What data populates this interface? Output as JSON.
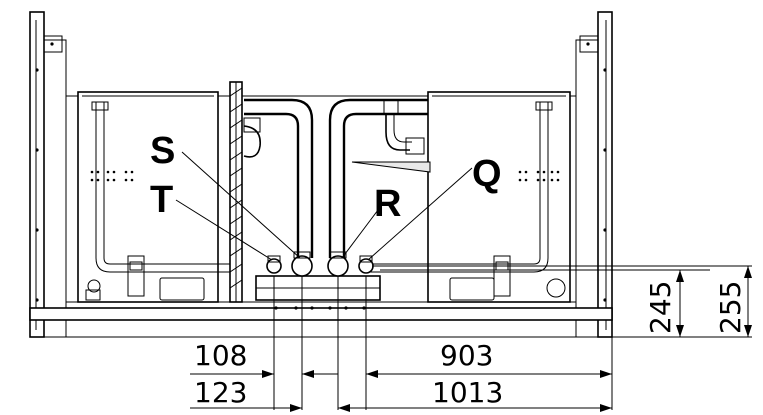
{
  "callouts": {
    "S": "S",
    "T": "T",
    "R": "R",
    "Q": "Q"
  },
  "dimensions": {
    "d108": "108",
    "d123": "123",
    "d903": "903",
    "d1013": "1013",
    "d245": "245",
    "d255": "255"
  }
}
